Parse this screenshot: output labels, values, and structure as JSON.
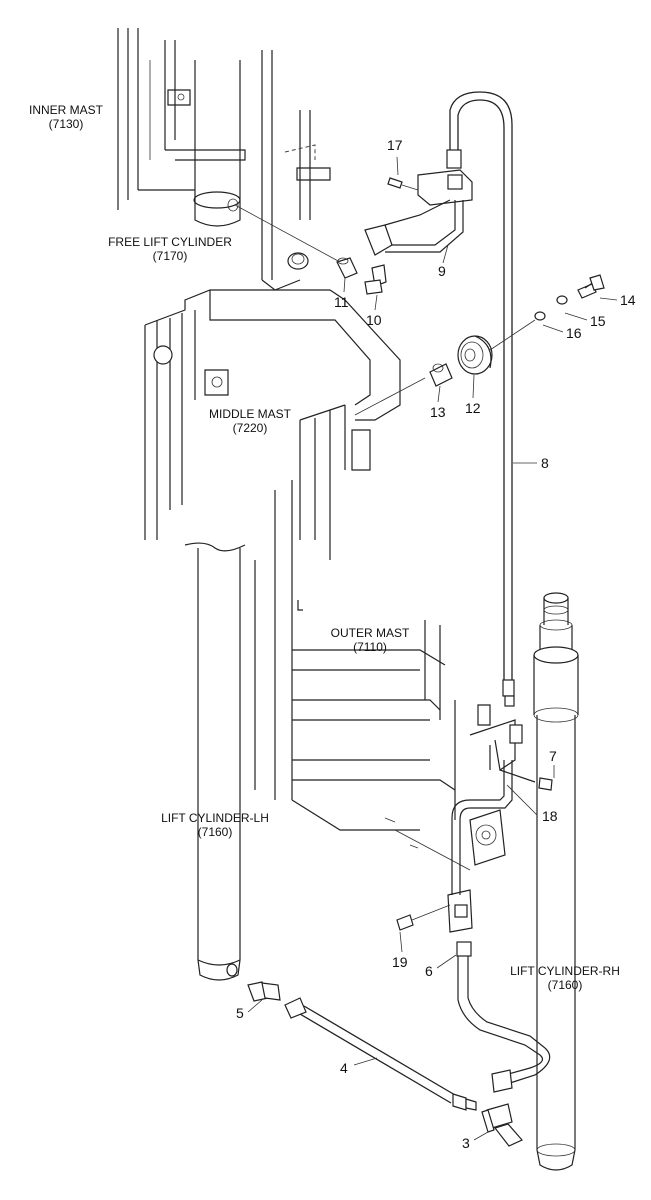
{
  "labels": {
    "inner_mast": {
      "name": "INNER MAST",
      "code": "(7130)"
    },
    "free_lift_cylinder": {
      "name": "FREE LIFT CYLINDER",
      "code": "(7170)"
    },
    "middle_mast": {
      "name": "MIDDLE MAST",
      "code": "(7220)"
    },
    "outer_mast": {
      "name": "OUTER MAST",
      "code": "(7110)"
    },
    "lift_cylinder_lh": {
      "name": "LIFT CYLINDER-LH",
      "code": "(7160)"
    },
    "lift_cylinder_rh": {
      "name": "LIFT CYLINDER-RH",
      "code": "(7160)"
    }
  },
  "callouts": {
    "n3": "3",
    "n4": "4",
    "n5": "5",
    "n6": "6",
    "n7": "7",
    "n8": "8",
    "n9": "9",
    "n10": "10",
    "n11": "11",
    "n12": "12",
    "n13": "13",
    "n14": "14",
    "n15": "15",
    "n16": "16",
    "n17": "17",
    "n18": "18",
    "n19": "19"
  }
}
